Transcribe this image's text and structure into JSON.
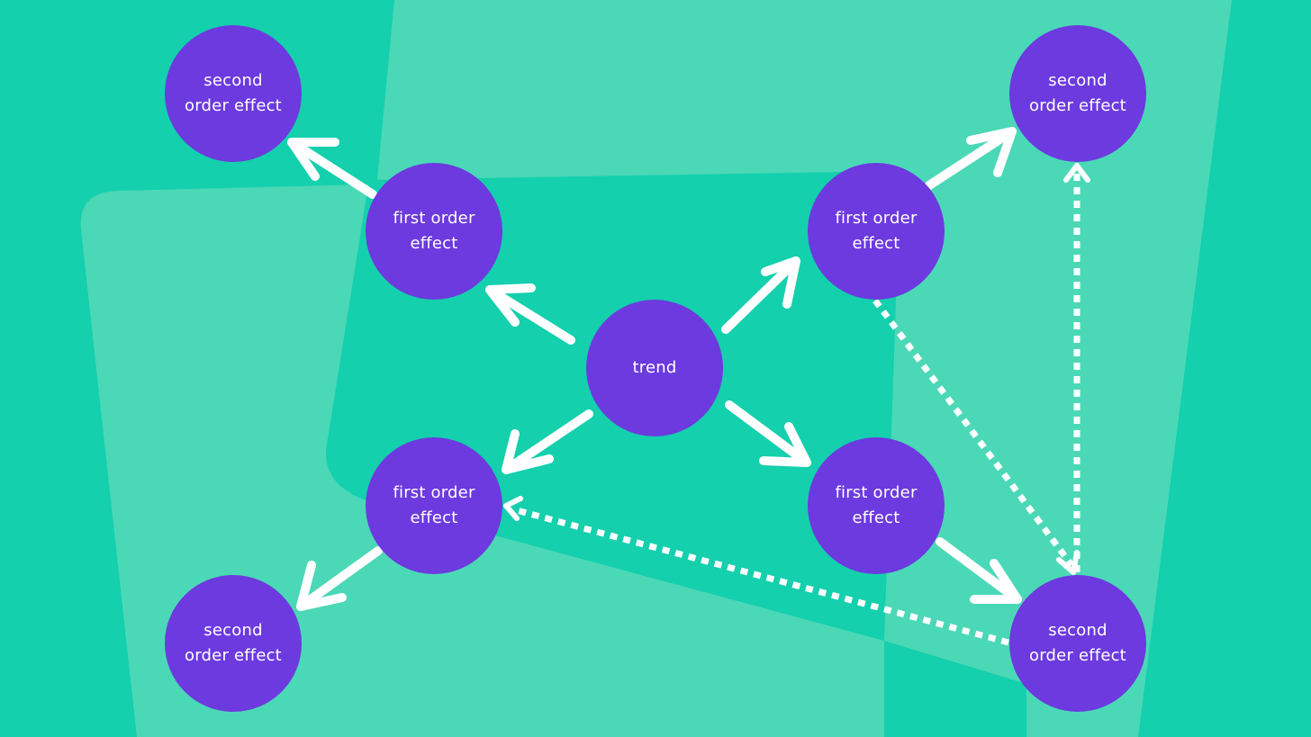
{
  "colors": {
    "background": "#14d0ad",
    "panel": "#4bd8b7",
    "node": "#6c3adf",
    "arrow": "#ffffff",
    "node_text": "#ffffff"
  },
  "nodes": {
    "trend": "trend",
    "first_top_left": "first order\neffect",
    "first_top_right": "first order\neffect",
    "first_bottom_left": "first order\neffect",
    "first_bottom_right": "first order\neffect",
    "second_top_left": "second\norder effect",
    "second_top_right": "second\norder effect",
    "second_bottom_left": "second\norder effect",
    "second_bottom_right": "second\norder effect"
  }
}
